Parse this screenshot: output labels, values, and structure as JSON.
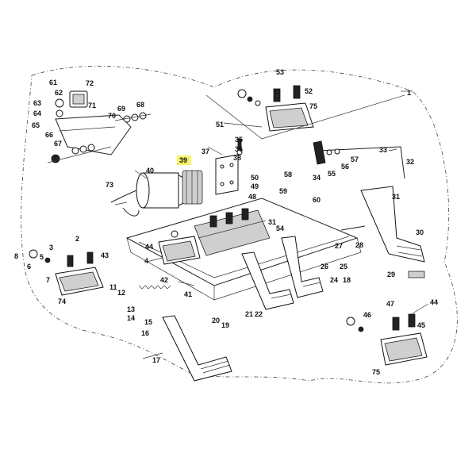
{
  "labels": [
    {
      "id": "1",
      "text": "1"
    },
    {
      "id": "2",
      "text": "2"
    },
    {
      "id": "3",
      "text": "3"
    },
    {
      "id": "4",
      "text": "4"
    },
    {
      "id": "5",
      "text": "5"
    },
    {
      "id": "6",
      "text": "6"
    },
    {
      "id": "7",
      "text": "7"
    },
    {
      "id": "8",
      "text": "8"
    },
    {
      "id": "11",
      "text": "11"
    },
    {
      "id": "12",
      "text": "12"
    },
    {
      "id": "13",
      "text": "13"
    },
    {
      "id": "14",
      "text": "14"
    },
    {
      "id": "15",
      "text": "15"
    },
    {
      "id": "16",
      "text": "16"
    },
    {
      "id": "17",
      "text": "17"
    },
    {
      "id": "18",
      "text": "18"
    },
    {
      "id": "19",
      "text": "19"
    },
    {
      "id": "20",
      "text": "20"
    },
    {
      "id": "21",
      "text": "21"
    },
    {
      "id": "22",
      "text": "22"
    },
    {
      "id": "24",
      "text": "24"
    },
    {
      "id": "25",
      "text": "25"
    },
    {
      "id": "26",
      "text": "26"
    },
    {
      "id": "27",
      "text": "27"
    },
    {
      "id": "28",
      "text": "28"
    },
    {
      "id": "29",
      "text": "29"
    },
    {
      "id": "30",
      "text": "30"
    },
    {
      "id": "31",
      "text": "31"
    },
    {
      "id": "31b",
      "text": "31"
    },
    {
      "id": "32",
      "text": "32"
    },
    {
      "id": "33",
      "text": "33"
    },
    {
      "id": "34",
      "text": "34"
    },
    {
      "id": "35",
      "text": "35"
    },
    {
      "id": "36",
      "text": "36"
    },
    {
      "id": "37",
      "text": "37"
    },
    {
      "id": "38",
      "text": "38"
    },
    {
      "id": "39",
      "text": "39"
    },
    {
      "id": "40",
      "text": "40"
    },
    {
      "id": "41",
      "text": "41"
    },
    {
      "id": "42",
      "text": "42"
    },
    {
      "id": "43",
      "text": "43"
    },
    {
      "id": "44",
      "text": "44"
    },
    {
      "id": "44b",
      "text": "44"
    },
    {
      "id": "45",
      "text": "45"
    },
    {
      "id": "46",
      "text": "46"
    },
    {
      "id": "47",
      "text": "47"
    },
    {
      "id": "48",
      "text": "48"
    },
    {
      "id": "49",
      "text": "49"
    },
    {
      "id": "50",
      "text": "50"
    },
    {
      "id": "51",
      "text": "51"
    },
    {
      "id": "52",
      "text": "52"
    },
    {
      "id": "53",
      "text": "53"
    },
    {
      "id": "54",
      "text": "54"
    },
    {
      "id": "55",
      "text": "55"
    },
    {
      "id": "56",
      "text": "56"
    },
    {
      "id": "57",
      "text": "57"
    },
    {
      "id": "58",
      "text": "58"
    },
    {
      "id": "59",
      "text": "59"
    },
    {
      "id": "60",
      "text": "60"
    },
    {
      "id": "61",
      "text": "61"
    },
    {
      "id": "62",
      "text": "62"
    },
    {
      "id": "63",
      "text": "63"
    },
    {
      "id": "64",
      "text": "64"
    },
    {
      "id": "65",
      "text": "65"
    },
    {
      "id": "66",
      "text": "66"
    },
    {
      "id": "67",
      "text": "67"
    },
    {
      "id": "68",
      "text": "68"
    },
    {
      "id": "69",
      "text": "69"
    },
    {
      "id": "70",
      "text": "70"
    },
    {
      "id": "71",
      "text": "71"
    },
    {
      "id": "72",
      "text": "72"
    },
    {
      "id": "73",
      "text": "73"
    },
    {
      "id": "74",
      "text": "74"
    },
    {
      "id": "75",
      "text": "75"
    },
    {
      "id": "75b",
      "text": "75"
    }
  ],
  "highlight": {
    "label_id": "39",
    "color": "#f3f36a"
  },
  "colors": {
    "line": "#222222",
    "background": "#ffffff",
    "highlight": "#f3f36a"
  }
}
